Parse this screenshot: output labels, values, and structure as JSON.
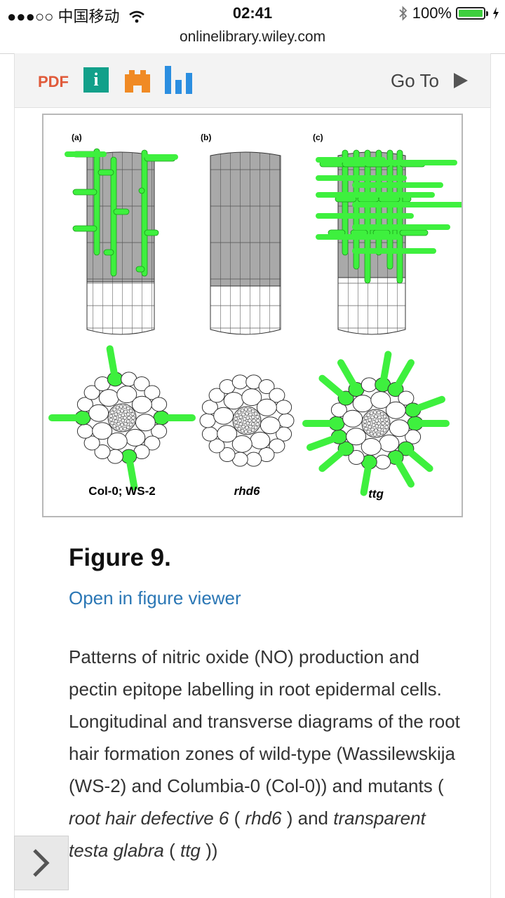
{
  "status_bar": {
    "carrier": "●●●○○ 中国移动",
    "time": "02:41",
    "battery": "100%"
  },
  "browser": {
    "url": "onlinelibrary.wiley.com"
  },
  "toolbar": {
    "pdf_label": "PDF",
    "info_label": "i",
    "goto_label": "Go To"
  },
  "figure": {
    "panel_a_label": "(a)",
    "panel_b_label": "(b)",
    "panel_c_label": "(c)",
    "caption_a": "Col-0; WS-2",
    "caption_b": "rhd6",
    "caption_c": "ttg",
    "hair_color": "#3ef03e",
    "title": "Figure 9.",
    "viewer_link": "Open in figure viewer"
  },
  "caption": {
    "t1": "Patterns of nitric oxide (NO) production and pectin epitope labelling in root epidermal cells. Longitudinal and transverse diagrams of the root hair formation zones of wild-type (Wassilewskija (WS-2) and Columbia-0 (Col-0)) and mutants ( ",
    "i1": "root hair defective 6",
    "t2": " ( ",
    "i2": "rhd6",
    "t3": " ) and  ",
    "i3": "transparent testa glabra",
    "t4": "  ( ",
    "i4": "ttg",
    "t5": " ))"
  }
}
